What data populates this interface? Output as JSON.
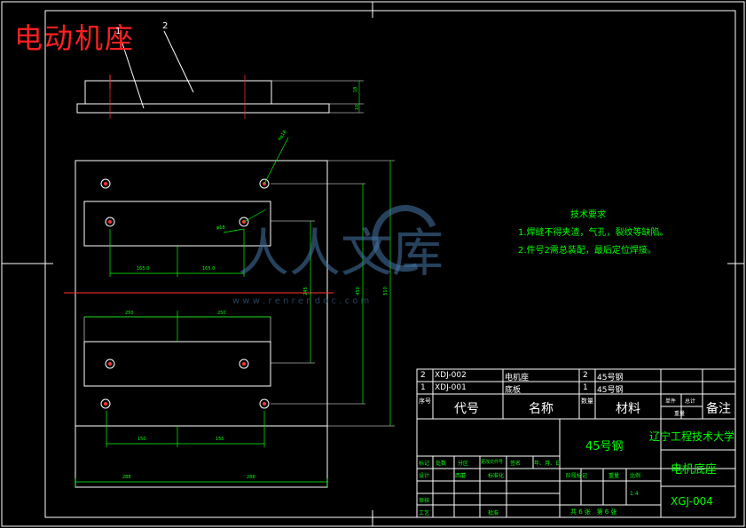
{
  "title": "电动机座",
  "part_labels": [
    "1",
    "2"
  ],
  "dims": {
    "side_a": "18",
    "side_b": "10",
    "angle_hole": "4φ18",
    "inner_hole": "φ18",
    "x_left1": "165.0",
    "x_left2": "165.0",
    "w1": "250",
    "w2": "250",
    "w3": "150",
    "w4": "150",
    "bot1": "288",
    "bot2": "288",
    "v_small": "245",
    "v_mid": "450",
    "v_big": "510"
  },
  "tech": {
    "heading": "技术要求",
    "line1": "1.焊缝不得夹渣，气孔，裂纹等缺陷。",
    "line2": "2.件号2需总装配，最后定位焊接。"
  },
  "watermark": {
    "text": "人人文库",
    "url": "w w w . r e n r e n d o c . c o m"
  },
  "table": {
    "rows": [
      {
        "no": "2",
        "code": "XDJ-002",
        "name": "电机座",
        "qty": "2",
        "mat": "45号钢"
      },
      {
        "no": "1",
        "code": "XDJ-001",
        "name": "底板",
        "qty": "1",
        "mat": "45号钢"
      }
    ],
    "header": {
      "no": "序号",
      "code": "代号",
      "name": "名称",
      "qty": "数量",
      "mat": "材料",
      "single": "单件",
      "total": "总计",
      "weight": "重量",
      "note": "备注"
    },
    "material": "45号钢",
    "school": "辽宁工程技术大学",
    "drawing_name": "电机底座",
    "drawing_no": "XGJ-004",
    "rev_cols": [
      "标记",
      "处数",
      "分区",
      "更改文件号",
      "签名",
      "年、月、日"
    ],
    "design": "设计",
    "std": "标准化",
    "review": "审核",
    "process": "工艺",
    "approve": "批准",
    "stage": "阶段标记",
    "weight2": "重量",
    "scale": "比例",
    "scale_val": "1:4",
    "sheets": "共 6 张   第 6 张",
    "date_small": "西蘑"
  }
}
